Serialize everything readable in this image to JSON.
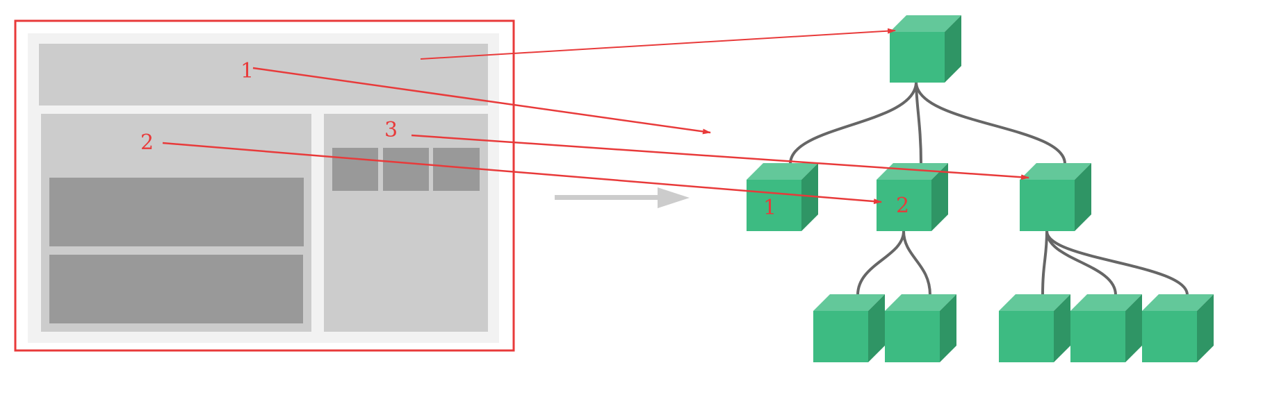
{
  "layout_mockup": {
    "labels": [
      "1",
      "2",
      "3"
    ]
  },
  "tree": {
    "node_labels": [
      "1",
      "2"
    ]
  },
  "colors": {
    "frame_red": "#e83a3a",
    "arrow_red": "#e83a3a",
    "page_bg": "#f2f2f2",
    "block_light": "#cccccc",
    "block_dark": "#999999",
    "connector": "#666666",
    "big_arrow": "#cccccc",
    "cube_front": "#3dbb82",
    "cube_top": "#63c89a",
    "cube_side": "#2f9565"
  }
}
